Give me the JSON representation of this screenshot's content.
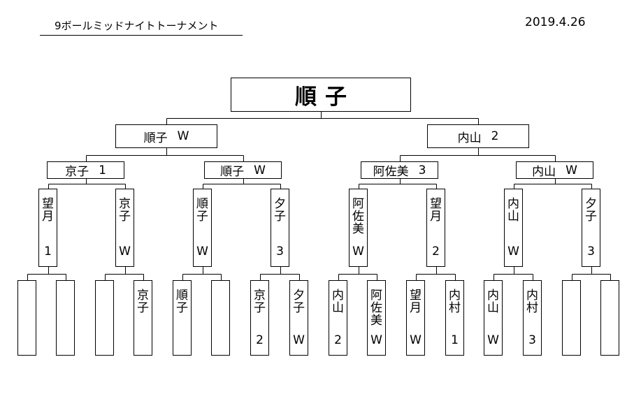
{
  "header": {
    "title": "9ボールミッドナイトトーナメント",
    "date": "2019.4.26"
  },
  "bracket": {
    "champion": "順子",
    "semifinal": [
      {
        "name": "順子",
        "result": "W"
      },
      {
        "name": "内山",
        "result": "2"
      }
    ],
    "quarterfinal": [
      {
        "name": "京子",
        "result": "1"
      },
      {
        "name": "順子",
        "result": "W"
      },
      {
        "name": "阿佐美",
        "result": "3"
      },
      {
        "name": "内山",
        "result": "W"
      }
    ],
    "round2": [
      {
        "name": "望月",
        "result": "1"
      },
      {
        "name": "京子",
        "result": "W"
      },
      {
        "name": "順子",
        "result": "W"
      },
      {
        "name": "夕子",
        "result": "3"
      },
      {
        "name": "阿佐美",
        "result": "W"
      },
      {
        "name": "望月",
        "result": "2"
      },
      {
        "name": "内山",
        "result": "W"
      },
      {
        "name": "夕子",
        "result": "3"
      }
    ],
    "round1": [
      {
        "name": "",
        "result": ""
      },
      {
        "name": "",
        "result": ""
      },
      {
        "name": "",
        "result": ""
      },
      {
        "name": "京子",
        "result": ""
      },
      {
        "name": "順子",
        "result": ""
      },
      {
        "name": "",
        "result": ""
      },
      {
        "name": "京子",
        "result": "2"
      },
      {
        "name": "夕子",
        "result": "W"
      },
      {
        "name": "内山",
        "result": "2"
      },
      {
        "name": "阿佐美",
        "result": "W"
      },
      {
        "name": "望月",
        "result": "W"
      },
      {
        "name": "内村",
        "result": "1"
      },
      {
        "name": "内山",
        "result": "W"
      },
      {
        "name": "内村",
        "result": "3"
      },
      {
        "name": "",
        "result": ""
      },
      {
        "name": "",
        "result": ""
      }
    ]
  }
}
